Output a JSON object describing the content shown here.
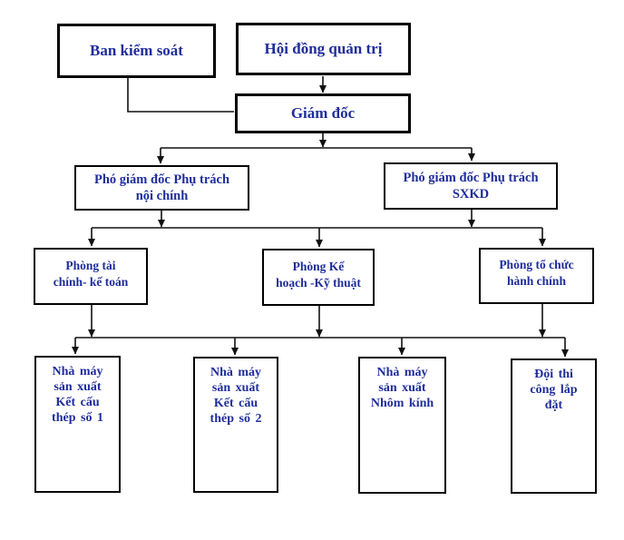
{
  "colors": {
    "node_text": "#1f2d9b",
    "node_border": "#000000",
    "connector": "#111111",
    "background": "#ffffff"
  },
  "diagram": {
    "type": "org-chart",
    "nodes": {
      "ban_kiem_soat": {
        "label": "Ban kiểm soát"
      },
      "hoi_dong_quan_tri": {
        "label": "Hội đồng quản trị"
      },
      "giam_doc": {
        "label": "Giám đốc"
      },
      "pho_noi_chinh": {
        "label": "Phó giám đốc Phụ trách\nnội chính"
      },
      "pho_sxkd": {
        "label": "Phó giám đốc Phụ trách\nSXKD"
      },
      "phong_tai_chinh": {
        "label": "Phòng tài\nchính- kế toán"
      },
      "phong_ke_hoach": {
        "label": "Phòng Kế\nhoạch -Kỹ thuật"
      },
      "phong_to_chuc": {
        "label": "Phòng tổ chức\nhành chính"
      },
      "nha_may_thep_1": {
        "label": "Nhà máy\nsản xuất\nKết cấu\nthép số 1"
      },
      "nha_may_thep_2": {
        "label": "Nhà máy\nsản xuất\nKết cấu\nthép số 2"
      },
      "nha_may_nhom_kinh": {
        "label": "Nhà máy\nsản xuất\nNhôm kính"
      },
      "doi_thi_cong": {
        "label": "Đội thi\ncông lắp\nđặt"
      }
    },
    "edges": [
      {
        "from": "ban_kiem_soat",
        "to": "giam_doc",
        "style": "plain"
      },
      {
        "from": "hoi_dong_quan_tri",
        "to": "giam_doc",
        "style": "arrow"
      },
      {
        "from": "giam_doc",
        "to": "pho_noi_chinh",
        "style": "arrow"
      },
      {
        "from": "giam_doc",
        "to": "pho_sxkd",
        "style": "arrow"
      },
      {
        "from": "pho_noi_chinh",
        "to": "dept-bus",
        "style": "arrow"
      },
      {
        "from": "pho_sxkd",
        "to": "dept-bus",
        "style": "arrow"
      },
      {
        "from": "dept-bus",
        "to": "phong_tai_chinh",
        "style": "arrow"
      },
      {
        "from": "dept-bus",
        "to": "phong_ke_hoach",
        "style": "arrow"
      },
      {
        "from": "dept-bus",
        "to": "phong_to_chuc",
        "style": "arrow"
      },
      {
        "from": "phong_tai_chinh",
        "to": "unit-bus",
        "style": "arrow"
      },
      {
        "from": "phong_ke_hoach",
        "to": "unit-bus",
        "style": "arrow"
      },
      {
        "from": "phong_to_chuc",
        "to": "unit-bus",
        "style": "arrow"
      },
      {
        "from": "unit-bus",
        "to": "nha_may_thep_1",
        "style": "arrow"
      },
      {
        "from": "unit-bus",
        "to": "nha_may_thep_2",
        "style": "arrow"
      },
      {
        "from": "unit-bus",
        "to": "nha_may_nhom_kinh",
        "style": "arrow"
      },
      {
        "from": "unit-bus",
        "to": "doi_thi_cong",
        "style": "arrow"
      }
    ]
  }
}
